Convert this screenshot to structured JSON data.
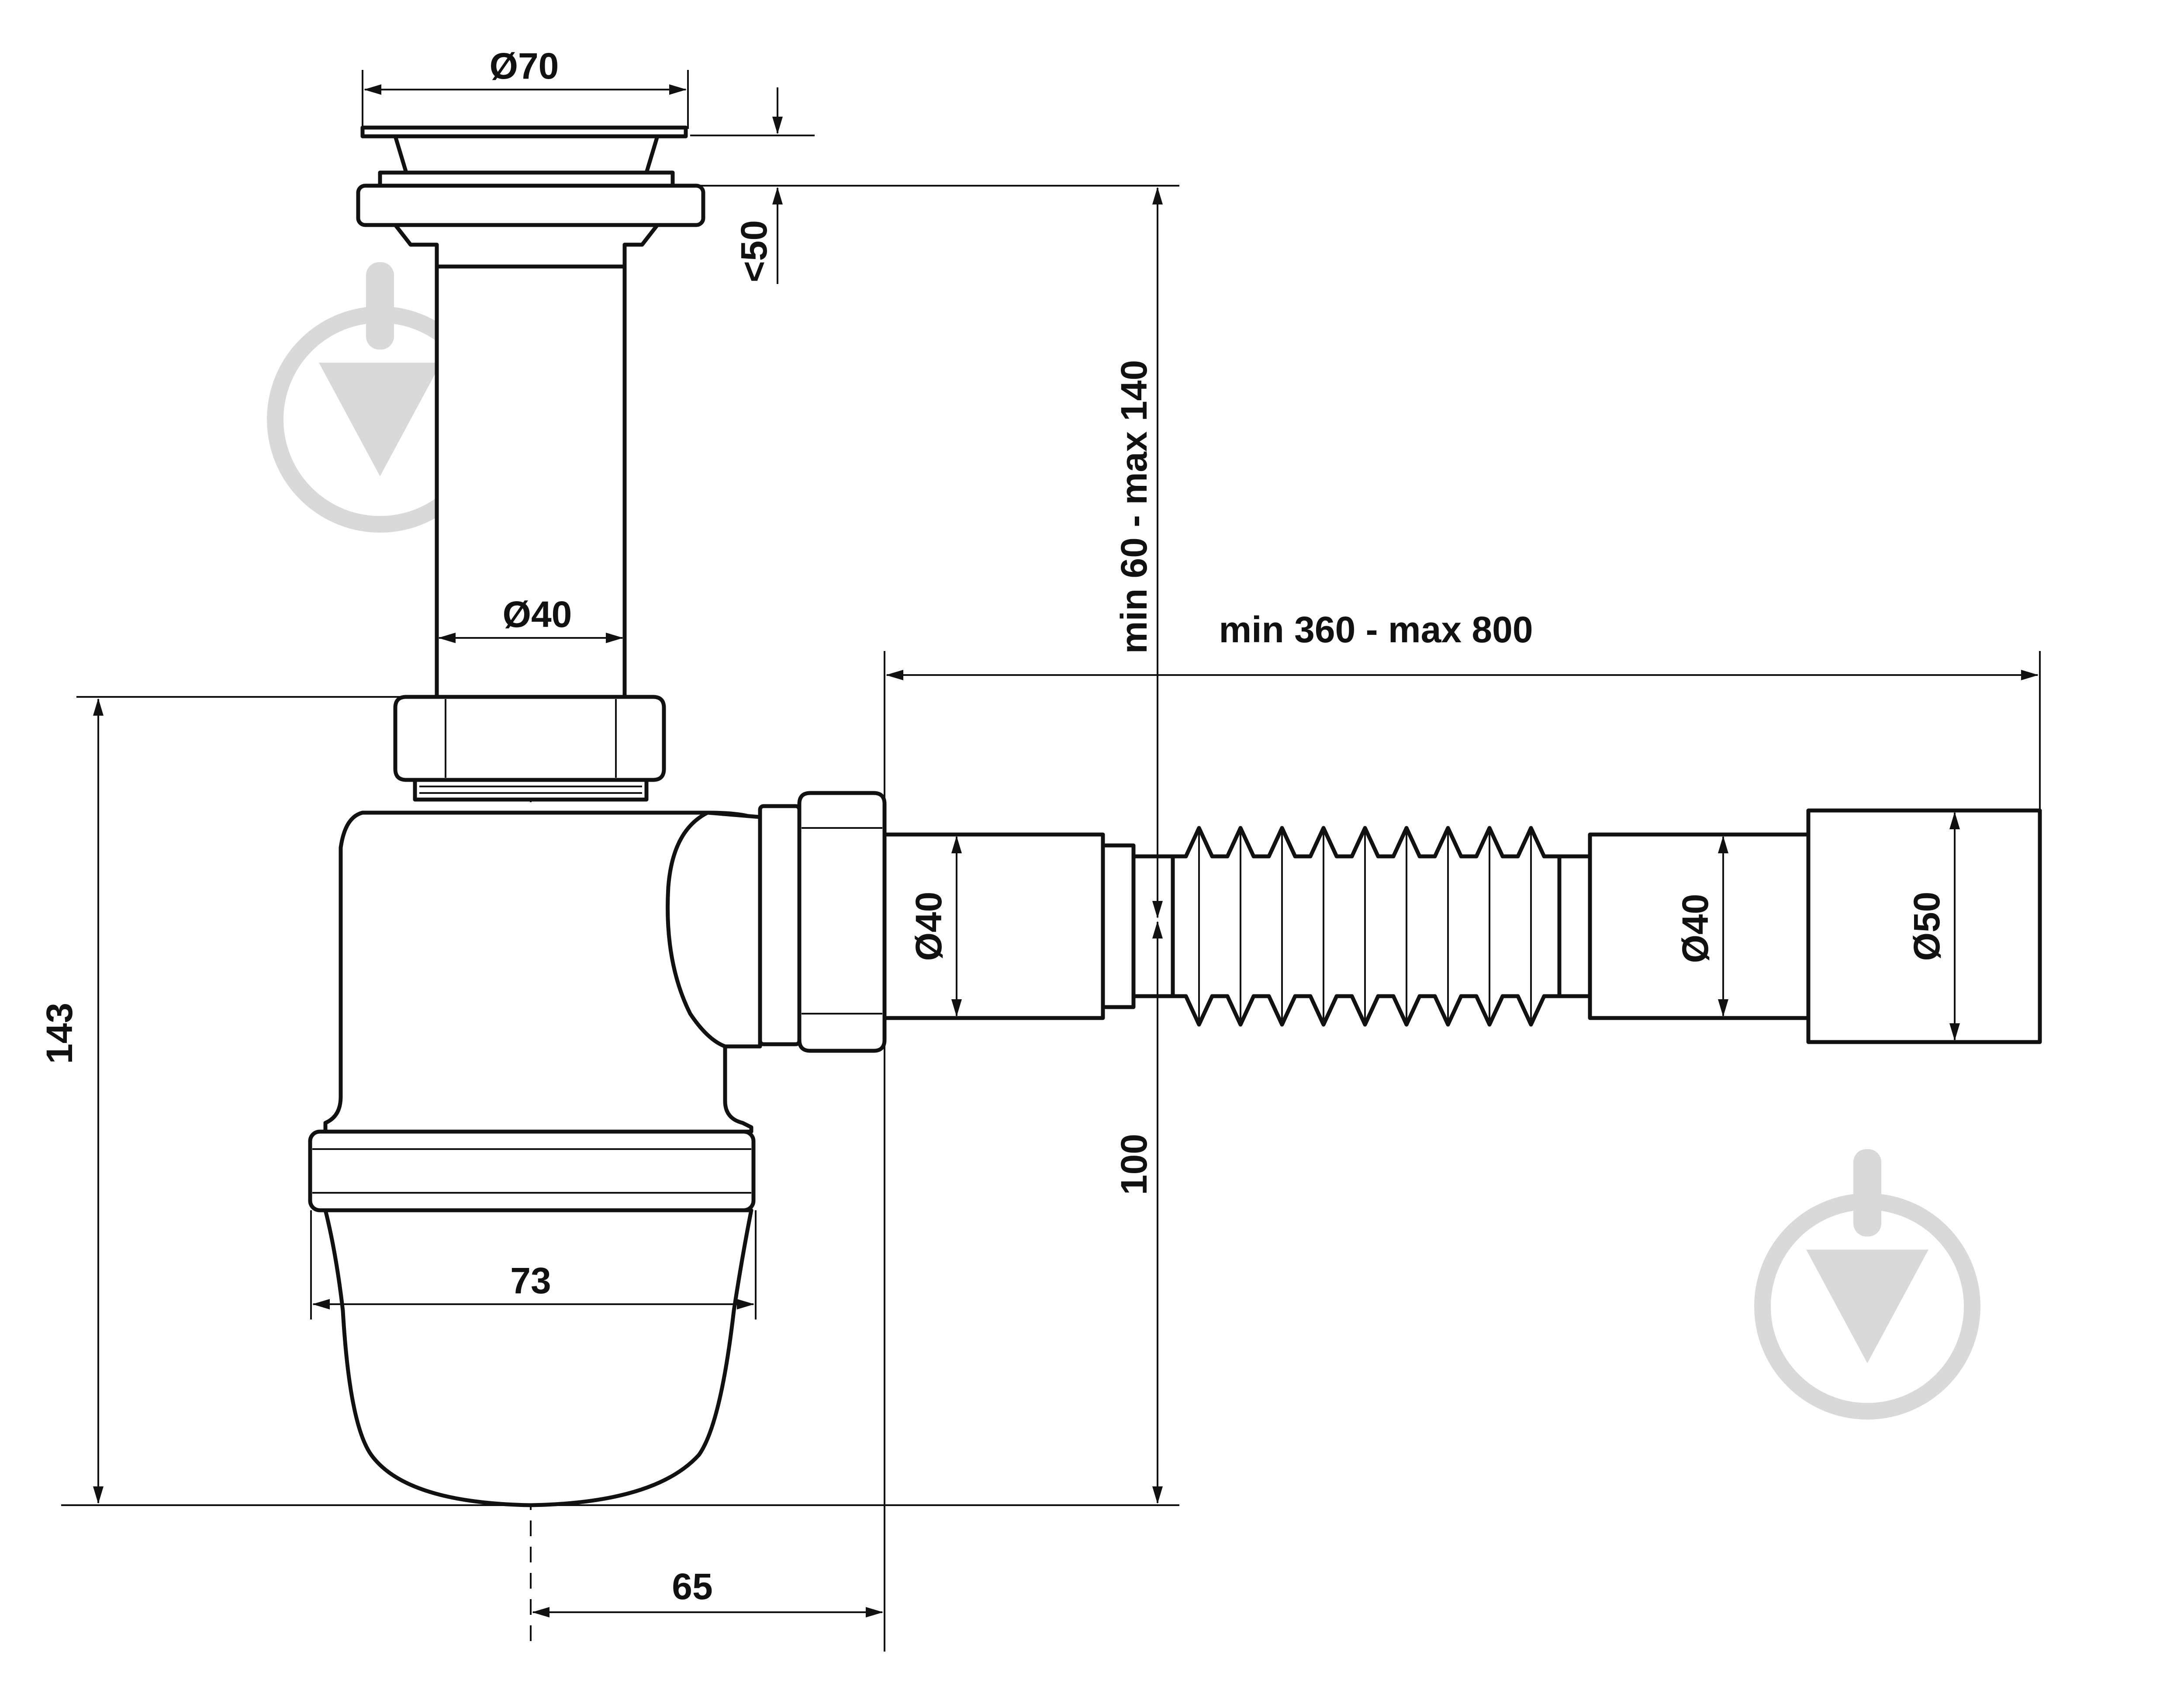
{
  "dimensions": {
    "top_diameter": "Ø70",
    "flange_height": "<50",
    "pipe_diameter": "Ø40",
    "height_range": "min 60 - max 140",
    "length_range": "min 360 - max 800",
    "total_height": "143",
    "outlet_diameter_left": "Ø40",
    "outlet_diameter_right": "Ø40",
    "end_diameter": "Ø50",
    "outlet_height": "100",
    "bowl_width": "73",
    "offset": "65"
  },
  "colors": {
    "line": "#111111",
    "watermark": "#d9d9d9"
  },
  "icons": [
    "watermark-logo-icon",
    "watermark-logo-icon"
  ]
}
